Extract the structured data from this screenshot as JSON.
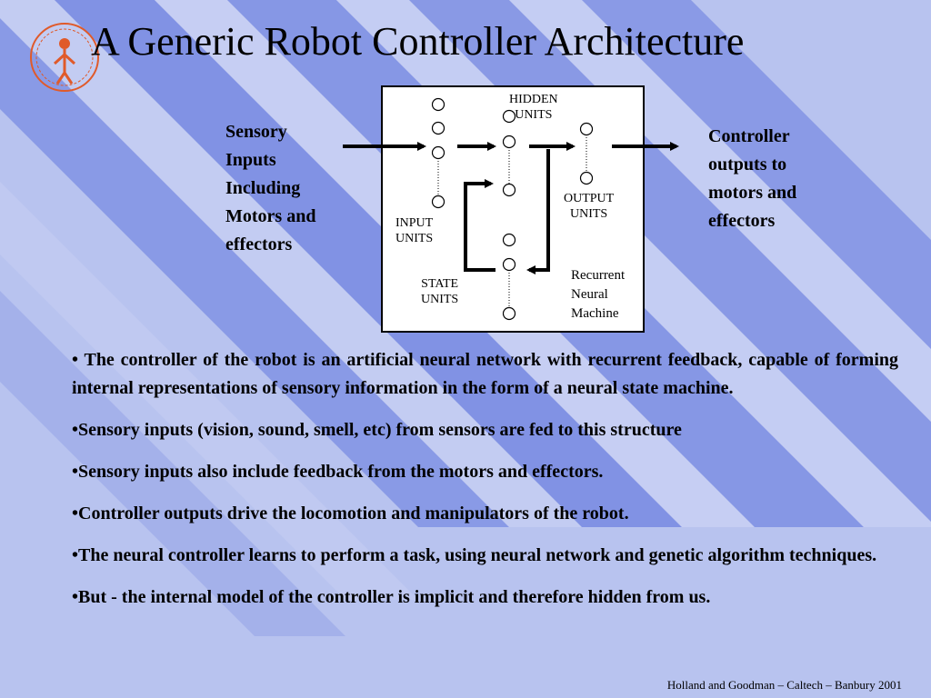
{
  "slide": {
    "title": "A Generic Robot Controller Architecture",
    "footer": "Holland and Goodman – Caltech – Banbury 2001"
  },
  "diagram": {
    "sensory_label": [
      "Sensory",
      "Inputs",
      "Including",
      "Motors and",
      "effectors"
    ],
    "controller_label": [
      "Controller",
      "outputs to",
      "motors and",
      "effectors"
    ],
    "hidden_units": [
      "HIDDEN",
      "UNITS"
    ],
    "input_units": [
      "INPUT",
      "UNITS"
    ],
    "output_units": [
      "OUTPUT",
      "UNITS"
    ],
    "state_units": [
      "STATE",
      "UNITS"
    ],
    "recurrent_label": [
      "Recurrent",
      "Neural",
      "Machine"
    ]
  },
  "bullets": [
    "• The controller of the robot is an artificial neural network with recurrent feedback, capable of forming internal representations of sensory information in the form of a neural state machine.",
    "•Sensory inputs (vision, sound, smell, etc) from sensors are fed to this structure",
    "•Sensory inputs also include feedback from the motors and effectors.",
    "•Controller outputs drive the locomotion and manipulators of the robot.",
    "•The neural controller learns to perform a task, using neural network and genetic algorithm techniques.",
    "•But - the internal model of the controller is implicit and therefore hidden from us."
  ],
  "colors": {
    "background": "#b9c3ef",
    "stripe_dark": "#5d72dd",
    "stripe_light": "#d0d6f6",
    "logo": "#e05a2a"
  }
}
